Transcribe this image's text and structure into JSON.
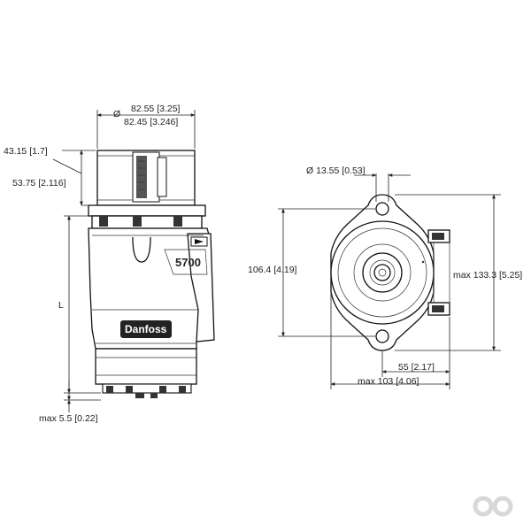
{
  "left_view": {
    "shaft_dia_label": "Ø",
    "shaft_dia_max": "82.55 [3.25]",
    "shaft_dia_min": "82.45 [3.246]",
    "dim_upper": "43.15 [1.7]",
    "dim_lower": "53.75 [2.116]",
    "length_label": "L",
    "max_bottom": "max 5.5 [0.22]",
    "model_text": "5700",
    "brand_text": "Danfoss"
  },
  "right_view": {
    "hole_dia": "Ø 13.55 [0.53]",
    "height_inner": "106.4 [4.19]",
    "height_max": "max 133.3 [5.25]",
    "width_offset": "55 [2.17]",
    "width_max": "max 103 [4.06]"
  },
  "logo_icon": "two-rings-logo-icon"
}
